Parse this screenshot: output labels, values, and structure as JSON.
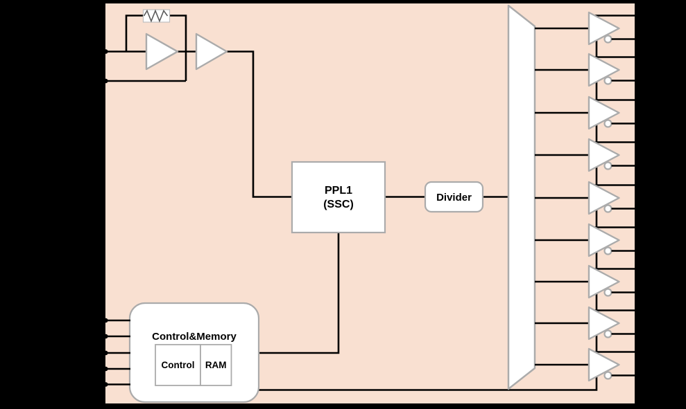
{
  "colors": {
    "background": "#000000",
    "chip_fill": "#F9E0D1",
    "wire": "#000000",
    "shape_stroke": "#ABABAB",
    "resistor_zigzag": "#595959"
  },
  "labels": {
    "pll_line1": "PPL1",
    "pll_line2": "(SSC)",
    "divider": "Divider",
    "control_memory_title": "Control&Memory",
    "control": "Control",
    "ram": "RAM"
  },
  "symbols": {
    "oscillator_amps": [
      "amp-triangle-icon",
      "amp-triangle-icon"
    ],
    "feedback_resistor": "resistor-zigzag-icon",
    "fanout": "trapezoid-fanout-icon",
    "output_buffer": "inverting-buffer-icon"
  },
  "outputs": {
    "count": 9,
    "centers_y": [
      41,
      101,
      163,
      224,
      286,
      347,
      407,
      467,
      527
    ]
  },
  "pins": {
    "left_osc_y": [
      74.5,
      117
    ],
    "left_control_y": [
      463,
      486,
      510,
      533,
      555.5
    ]
  }
}
